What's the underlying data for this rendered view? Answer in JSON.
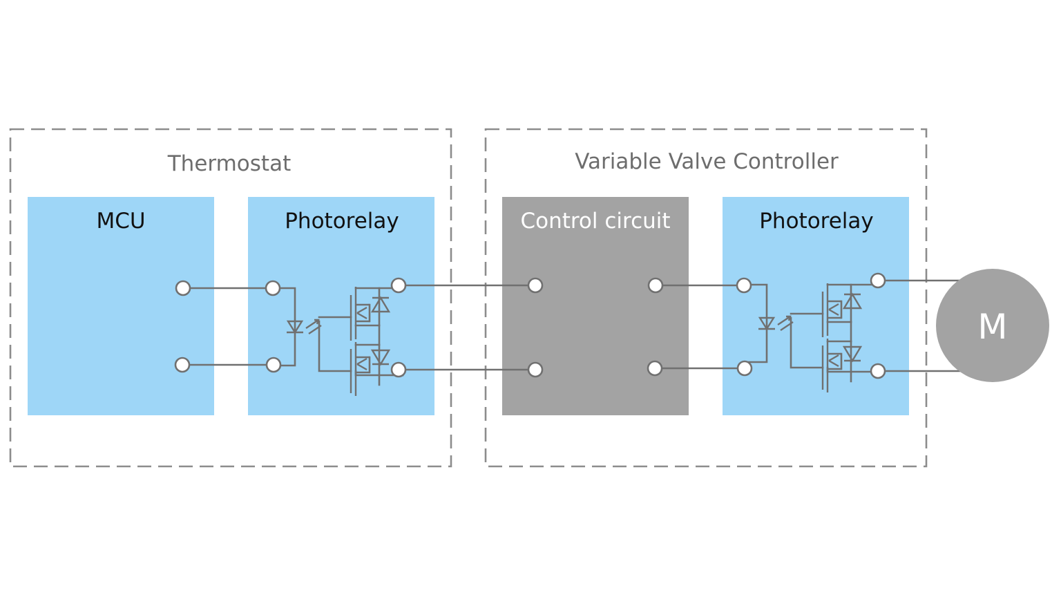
{
  "groups": {
    "thermostat": {
      "label": "Thermostat"
    },
    "valve_controller": {
      "label": "Variable Valve Controller"
    }
  },
  "blocks": {
    "mcu": {
      "label": "MCU"
    },
    "photorelay_1": {
      "label": "Photorelay"
    },
    "control_circuit": {
      "label": "Control circuit"
    },
    "photorelay_2": {
      "label": "Photorelay"
    }
  },
  "motor": {
    "label": "M"
  },
  "colors": {
    "block_blue": "#9ed6f7",
    "block_gray": "#a3a3a3",
    "motor_gray": "#a3a3a3",
    "line_gray": "#707070",
    "dash_gray": "#8c8c8c"
  }
}
